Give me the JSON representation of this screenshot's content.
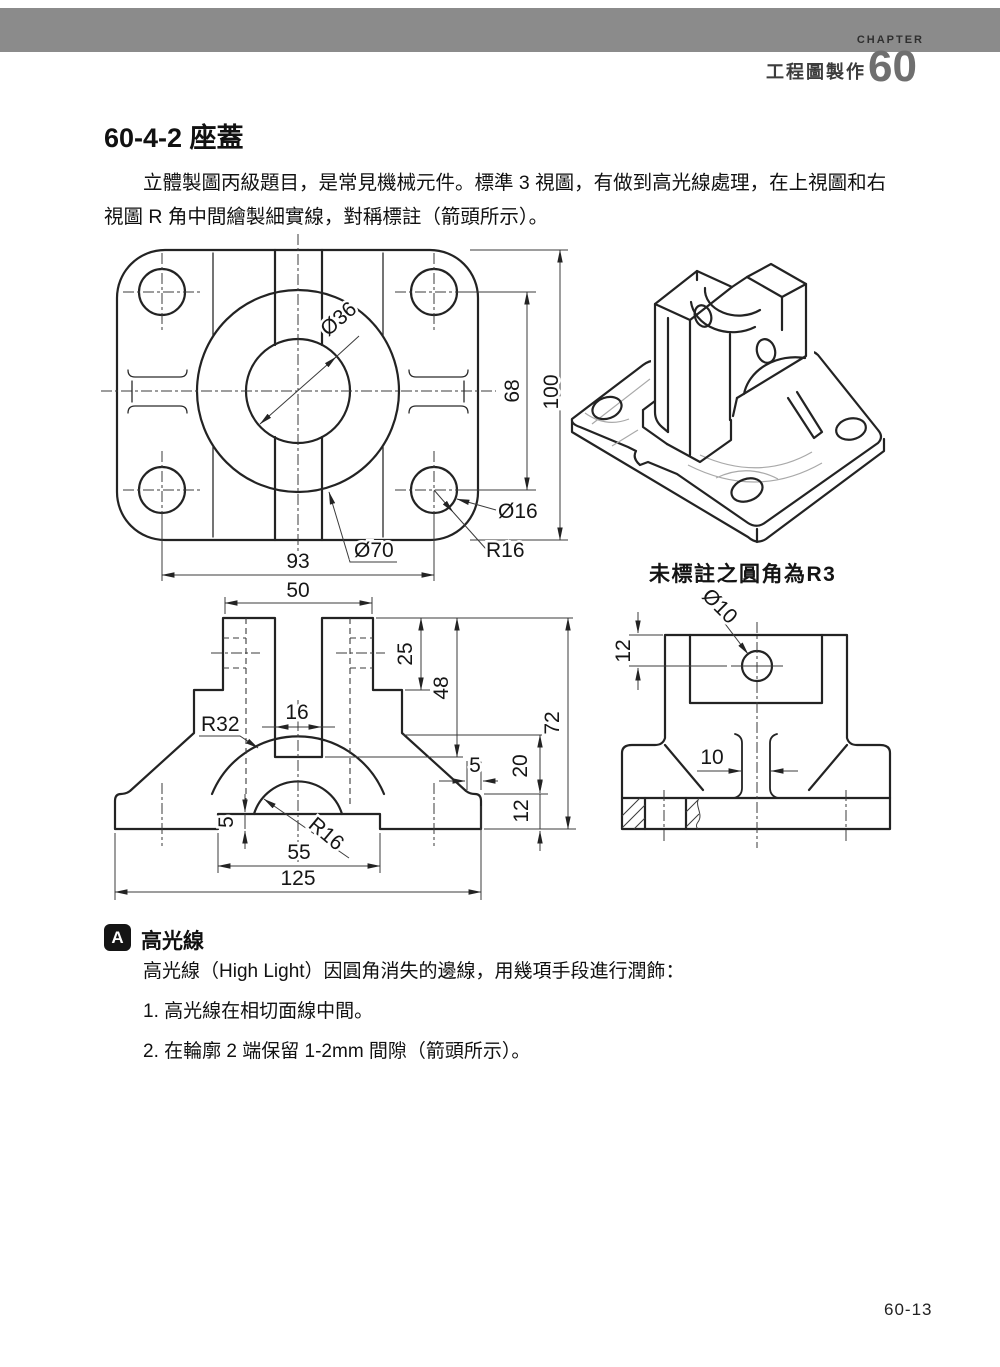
{
  "header": {
    "chapter_label": "CHAPTER",
    "book_title": "工程圖製作",
    "chapter_number": "60"
  },
  "section": {
    "heading": "60-4-2 座蓋",
    "intro": "立體製圖丙級題目，是常見機械元件。標準 3 視圖，有做到高光線處理，在上視圖和右視圖 R 角中間繪製細實線，對稱標註（箭頭所示）。"
  },
  "drawing": {
    "note": "未標註之圓角為R3",
    "top_view": {
      "dia_bore": "Ø36",
      "dia_boss": "Ø70",
      "dia_hole": "Ø16",
      "radius_corner": "R16",
      "dim_hole_span_x": "93",
      "dim_hole_span_y": "68",
      "dim_height": "100"
    },
    "front_view": {
      "dim_top_width": "50",
      "dim_slot_width": "16",
      "dim_step": "25",
      "dim_slot_depth": "48",
      "dim_total_height": "72",
      "radius_arch": "R32",
      "radius_small_arch": "R16",
      "dim_web": "5",
      "dim_shoulder": "20",
      "dim_base": "12",
      "dim_notch_height": "5",
      "dim_notch_width": "55",
      "dim_total_width": "125"
    },
    "side_view": {
      "dia_hole": "Ø10",
      "dim_hole_depth": "12",
      "dim_slot": "10"
    }
  },
  "section_a": {
    "badge": "A",
    "title": "高光線",
    "intro": "高光線（High Light）因圓角消失的邊線，用幾項手段進行潤飾：",
    "items": [
      "1. 高光線在相切面線中間。",
      "2. 在輪廓 2 端保留 1-2mm 間隙（箭頭所示）。"
    ]
  },
  "footer": {
    "page_number": "60-13"
  }
}
